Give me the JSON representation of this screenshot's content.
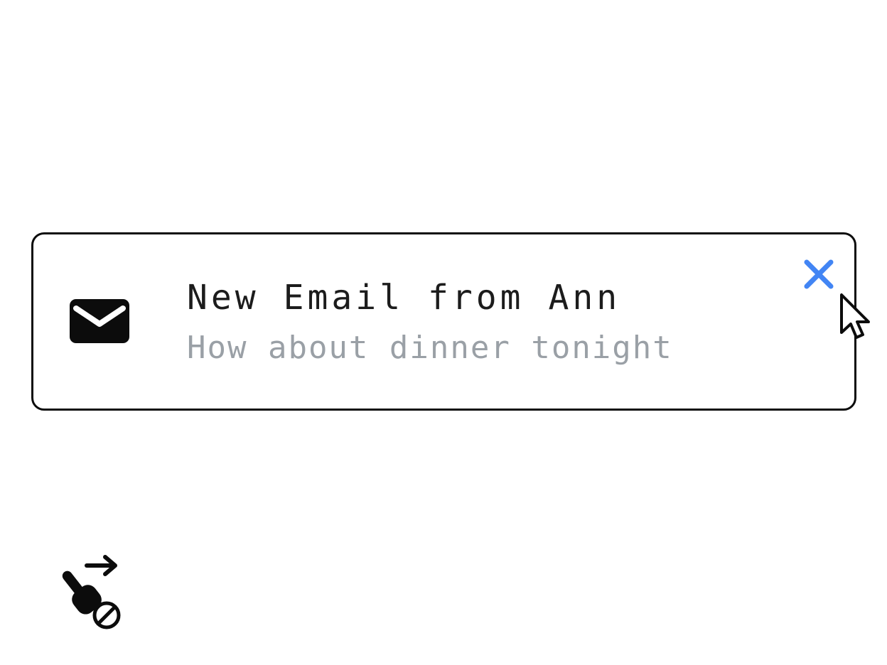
{
  "notification": {
    "title": "New Email from Ann",
    "subtitle": "How about dinner tonight"
  },
  "icons": {
    "email": "email-icon (black envelope)",
    "close": "close-icon (blue x)",
    "cursor": "mouse-arrow-cursor-icon",
    "gesture": "swipe-right-blocked-icon (hand with arrow and prohibition circle)"
  },
  "colors": {
    "accent_blue": "#4285F4",
    "title_text": "#1C1C1C",
    "subtitle_text": "#9AA0A6",
    "card_border": "#0C0C0C",
    "background": "#FFFFFF"
  }
}
